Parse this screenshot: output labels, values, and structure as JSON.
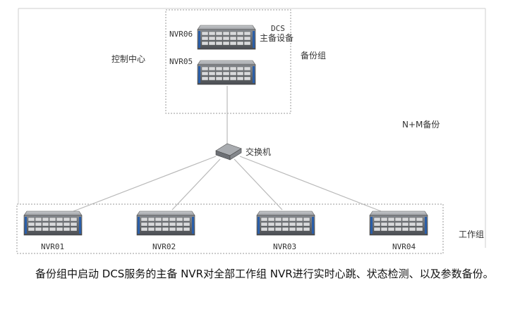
{
  "control_center": {
    "label": "控制中心"
  },
  "backup_group": {
    "label": "备份组",
    "dcs_label_line1": "DCS",
    "dcs_label_line2": "主备设备",
    "nvrs": [
      "NVR06",
      "NVR05"
    ]
  },
  "redundancy_label": "N+M备份",
  "switch": {
    "label": "交换机"
  },
  "work_group": {
    "label": "工作组",
    "nvrs": [
      "NVR01",
      "NVR02",
      "NVR03",
      "NVR04"
    ]
  },
  "caption": {
    "text": "备份组中启动 DCS服务的主备 NVR对全部工作组 NVR进行实时心跳、状态检测、以及参数备份。"
  }
}
